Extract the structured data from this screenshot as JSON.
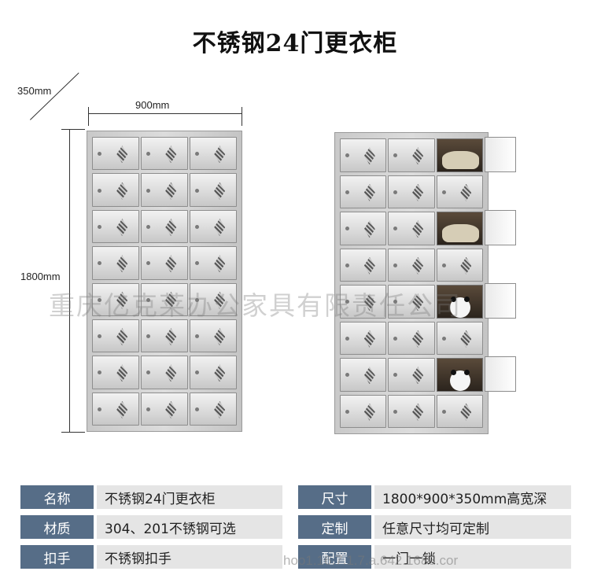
{
  "title": "不锈钢24门更衣柜",
  "dimensions": {
    "depth": "350mm",
    "width": "900mm",
    "height": "1800mm"
  },
  "watermark": "重庆亿克莱办公家具有限责任公司",
  "watermark_url": "hoo1.16.7.1.7.a.642.1688.cor",
  "specs": {
    "row1": {
      "label_left": "名称",
      "value_left": "不锈钢24门更衣柜",
      "label_right": "尺寸",
      "value_right": "1800*900*350mm高宽深"
    },
    "row2": {
      "label_left": "材质",
      "value_left": "304、201不锈钢可选",
      "label_right": "定制",
      "value_right": "任意尺寸均可定制"
    },
    "row3": {
      "label_left": "扣手",
      "value_left": "不锈钢扣手",
      "label_right": "配置",
      "value_right": "一门一锁"
    }
  },
  "colors": {
    "label_bg": "#566d87",
    "value_bg": "#e5e5e5"
  }
}
